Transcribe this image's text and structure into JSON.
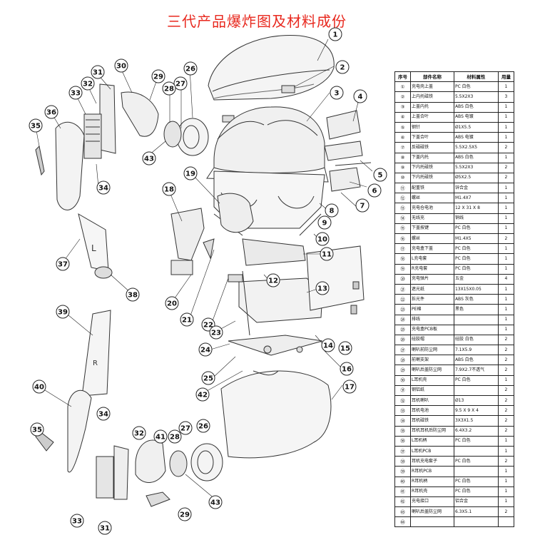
{
  "title": "三代产品爆炸图及材料成份",
  "table": {
    "headers": [
      "序号",
      "部件名称",
      "材料属性",
      "用量"
    ],
    "rows": [
      [
        "①",
        "充电壳上盖",
        "PC 白色",
        "1"
      ],
      [
        "②",
        "上内托磁铁",
        "5.5X2X3",
        "3"
      ],
      [
        "③",
        "上盖内托",
        "ABS 白色",
        "1"
      ],
      [
        "④",
        "上盖合叶",
        "ABS 电镀",
        "1"
      ],
      [
        "⑤",
        "钢针",
        "Ø1X5.5",
        "1"
      ],
      [
        "⑥",
        "下盖合叶",
        "ABS 电镀",
        "1"
      ],
      [
        "⑦",
        "反磁磁铁",
        "5.5X2.5X5",
        "2"
      ],
      [
        "⑧",
        "下盖内托",
        "ABS 白色",
        "1"
      ],
      [
        "⑨",
        "下内托磁铁",
        "5.5X2X3",
        "2"
      ],
      [
        "⑩",
        "下内托磁铁",
        "Ø5X2.5",
        "2"
      ],
      [
        "⑪",
        "配重铁",
        "锌合金",
        "1"
      ],
      [
        "⑫",
        "螺丝",
        "M1.4X7",
        "1"
      ],
      [
        "⑬",
        "充电仓电池",
        "12 X 31 X 8",
        "1"
      ],
      [
        "⑭",
        "无线充",
        "铜线",
        "1"
      ],
      [
        "⑮",
        "下盖按键",
        "PC 白色",
        "1"
      ],
      [
        "⑯",
        "螺丝",
        "M1.4X5",
        "2"
      ],
      [
        "⑰",
        "充电盒下盖",
        "PC 白色",
        "1"
      ],
      [
        "⑱",
        "L充电套",
        "PC 白色",
        "1"
      ],
      [
        "⑲",
        "R充电套",
        "PC 白色",
        "1"
      ],
      [
        "⑳",
        "充电弹片",
        "五金",
        "4"
      ],
      [
        "㉑",
        "遮光纸",
        "13X15X0.05",
        "1"
      ],
      [
        "㉒",
        "拆光件",
        "ABS 灰色",
        "1"
      ],
      [
        "㉓",
        "PE棉",
        "黑色",
        "1"
      ],
      [
        "㉔",
        "排线",
        "",
        "1"
      ],
      [
        "㉕",
        "充电盒PCB板",
        "",
        "1"
      ],
      [
        "㉖",
        "硅胶帽",
        "硅胶 白色",
        "2"
      ],
      [
        "㉗",
        "喇叭前防尘网",
        "7.1X5.9",
        "2"
      ],
      [
        "㉘",
        "前喇支架",
        "ABS 白色",
        "2"
      ],
      [
        "㉙",
        "喇叭后盖防尘网",
        "7.9X2.7不透气",
        "2"
      ],
      [
        "㉚",
        "L耳机壳",
        "PC 白色",
        "1"
      ],
      [
        "㉛",
        "钢铝纸",
        "",
        "2"
      ],
      [
        "㉜",
        "耳机喇叭",
        "Ø13",
        "2"
      ],
      [
        "㉝",
        "耳机电池",
        "9.5 X 9 X 4",
        "2"
      ],
      [
        "㉞",
        "耳机磁铁",
        "3X3X1.5",
        "2"
      ],
      [
        "㉟",
        "耳机耳机后防尘网",
        "6.4X3.2",
        "2"
      ],
      [
        "㊱",
        "L耳机柄",
        "PC 白色",
        "1"
      ],
      [
        "㊲",
        "L耳机PCB",
        "",
        "1"
      ],
      [
        "㊳",
        "耳机充电套子",
        "PC 白色",
        "2"
      ],
      [
        "㊴",
        "R耳机PCB",
        "",
        "1"
      ],
      [
        "㊵",
        "R耳机柄",
        "PC 白色",
        "1"
      ],
      [
        "㊶",
        "R耳机壳",
        "PC 白色",
        "1"
      ],
      [
        "㊷",
        "充电接口",
        "铝合金",
        "1"
      ],
      [
        "㊸",
        "喇叭后盖防尘网",
        "6.3X5.1",
        "2"
      ],
      [
        "㊹",
        "",
        "",
        ""
      ]
    ]
  },
  "callouts": [
    {
      "label": "1"
    },
    {
      "label": "2"
    },
    {
      "label": "3"
    },
    {
      "label": "4"
    },
    {
      "label": "5"
    },
    {
      "label": "6"
    },
    {
      "label": "7"
    },
    {
      "label": "8"
    },
    {
      "label": "9"
    },
    {
      "label": "10"
    },
    {
      "label": "11"
    },
    {
      "label": "12"
    },
    {
      "label": "13"
    },
    {
      "label": "14"
    },
    {
      "label": "15"
    },
    {
      "label": "16"
    },
    {
      "label": "17"
    },
    {
      "label": "18"
    },
    {
      "label": "19"
    },
    {
      "label": "20"
    },
    {
      "label": "21"
    },
    {
      "label": "22"
    },
    {
      "label": "23"
    },
    {
      "label": "24"
    },
    {
      "label": "25"
    },
    {
      "label": "26"
    },
    {
      "label": "27"
    },
    {
      "label": "28"
    },
    {
      "label": "29"
    },
    {
      "label": "30"
    },
    {
      "label": "31"
    },
    {
      "label": "32"
    },
    {
      "label": "33"
    },
    {
      "label": "34"
    },
    {
      "label": "35"
    },
    {
      "label": "36"
    },
    {
      "label": "37"
    },
    {
      "label": "38"
    },
    {
      "label": "39"
    },
    {
      "label": "40"
    },
    {
      "label": "41"
    },
    {
      "label": "42"
    },
    {
      "label": "43"
    },
    {
      "label": "26"
    },
    {
      "label": "27"
    },
    {
      "label": "28"
    },
    {
      "label": "29"
    },
    {
      "label": "31"
    },
    {
      "label": "32"
    },
    {
      "label": "33"
    },
    {
      "label": "34"
    },
    {
      "label": "35"
    },
    {
      "label": "43"
    }
  ],
  "part_text": {
    "left_stem_mark": "L",
    "right_stem_mark": "R"
  }
}
